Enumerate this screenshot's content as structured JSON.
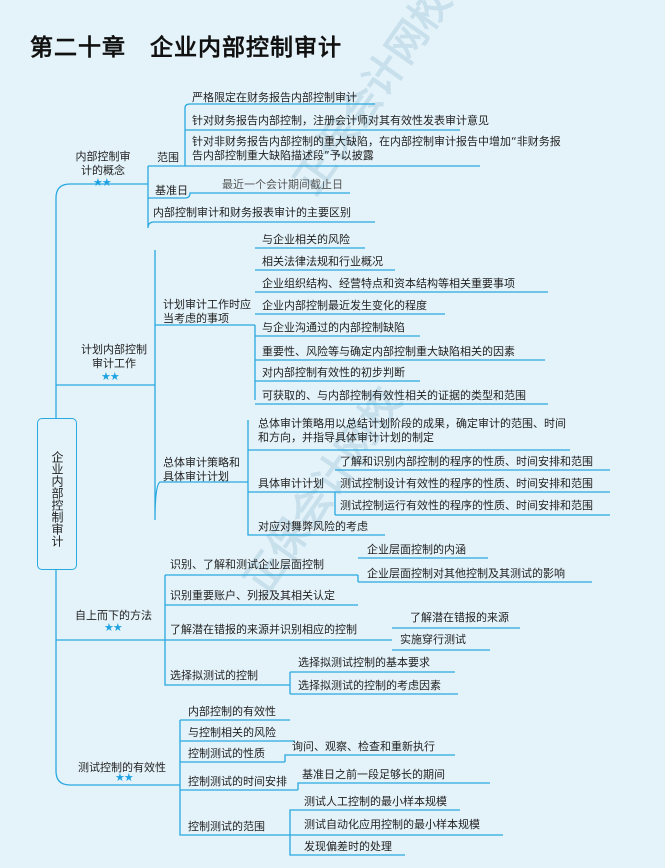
{
  "title": "第二十章　企业内部控制审计",
  "root": "企业内部控制审计",
  "stars": "★★",
  "watermark": "正保会计网校",
  "b1": {
    "label": "内部控制审计的概念",
    "scope": "范围",
    "scope_items": [
      "严格限定在财务报告内部控制审计",
      "针对财务报告内部控制，注册会计师对其有效性发表审计意见",
      "针对非财务报告内部控制的重大缺陷，在内部控制审计报告中增加“非财务报告内部控制重大缺陷描述段”予以披露"
    ],
    "date": "基准日",
    "date_item": "最近一个会计期间截止日",
    "diff": "内部控制审计和财务报表审计的主要区别"
  },
  "b2": {
    "label": "计划内部控制审计工作",
    "c1": "计划审计工作时应当考虑的事项",
    "c1_items": [
      "与企业相关的风险",
      "相关法律法规和行业概况",
      "企业组织结构、经营特点和资本结构等相关重要事项",
      "企业内部控制最近发生变化的程度",
      "与企业沟通过的内部控制缺陷",
      "重要性、风险等与确定内部控制重大缺陷相关的因素",
      "对内部控制有效性的初步判断",
      "可获取的、与内部控制有效性相关的证据的类型和范围"
    ],
    "c2": "总体审计策略和具体审计计划",
    "c2_overall": "总体审计策略用以总结计划阶段的成果，确定审计的范围、时间和方向，并指导具体审计计划的制定",
    "c2_specific": "具体审计计划",
    "c2_specific_items": [
      "了解和识别内部控制的程序的性质、时间安排和范围",
      "测试控制设计有效性的程序的性质、时间安排和范围",
      "测试控制运行有效性的程序的性质、时间安排和范围"
    ],
    "c2_fraud": "对应对舞弊风险的考虑"
  },
  "b3": {
    "label": "自上而下的方法",
    "c1": "识别、了解和测试企业层面控制",
    "c1_items": [
      "企业层面控制的内涵",
      "企业层面控制对其他控制及其测试的影响"
    ],
    "c2": "识别重要账户、列报及其相关认定",
    "c3": "了解潜在错报的来源并识别相应的控制",
    "c3_items": [
      "了解潜在错报的来源",
      "实施穿行测试"
    ],
    "c4": "选择拟测试的控制",
    "c4_items": [
      "选择拟测试控制的基本要求",
      "选择拟测试的控制的考虑因素"
    ]
  },
  "b4": {
    "label": "测试控制的有效性",
    "c1": "内部控制的有效性",
    "c2": "与控制相关的风险",
    "c3": "控制测试的性质",
    "c3_item": "询问、观察、检查和重新执行",
    "c4": "控制测试的时间安排",
    "c4_item": "基准日之前一段足够长的期间",
    "c5": "控制测试的范围",
    "c5_items": [
      "测试人工控制的最小样本规模",
      "测试自动化应用控制的最小样本规模",
      "发现偏差时的处理"
    ]
  }
}
